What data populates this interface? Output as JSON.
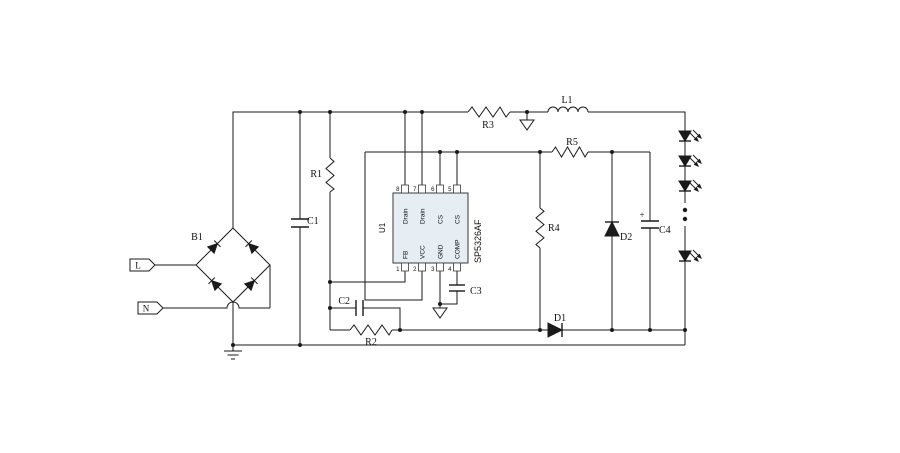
{
  "colors": {
    "wire": "#1a1a1a",
    "ic_fill": "#e6edf3",
    "background": "#ffffff"
  },
  "terminals": {
    "live": "L",
    "neutral": "N"
  },
  "components": {
    "bridge": "B1",
    "c1": "C1",
    "r1": "R1",
    "c2": "C2",
    "r2": "R2",
    "c3": "C3",
    "r3": "R3",
    "r4": "R4",
    "r5": "R5",
    "l1": "L1",
    "d1": "D1",
    "d2": "D2",
    "c4": "C4",
    "c4_polarity": "+"
  },
  "ic": {
    "ref": "U1",
    "part": "SP5326AF",
    "top_pins": [
      {
        "num": "8",
        "name": "Drain"
      },
      {
        "num": "7",
        "name": "Drain"
      },
      {
        "num": "6",
        "name": "CS"
      },
      {
        "num": "5",
        "name": "CS"
      }
    ],
    "bottom_pins": [
      {
        "num": "1",
        "name": "FB"
      },
      {
        "num": "2",
        "name": "VCC"
      },
      {
        "num": "3",
        "name": "GND"
      },
      {
        "num": "4",
        "name": "COMP"
      }
    ]
  }
}
